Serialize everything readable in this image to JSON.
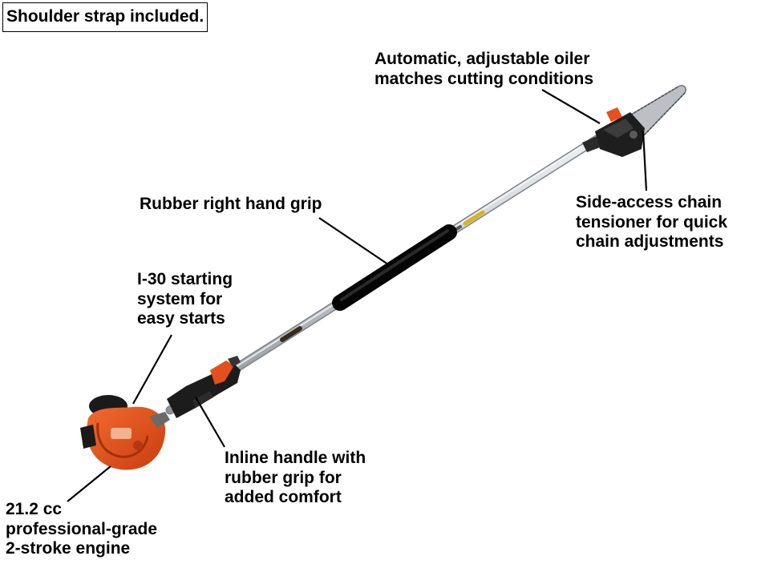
{
  "badge": {
    "text": "Shoulder strap included."
  },
  "callouts": {
    "oiler": {
      "line1": "Automatic, adjustable oiler",
      "line2": "matches cutting conditions"
    },
    "grip": {
      "line1": "Rubber right hand grip"
    },
    "tensioner": {
      "line1": "Side-access chain",
      "line2": "tensioner for quick",
      "line3": "chain adjustments"
    },
    "starting": {
      "line1": "I-30 starting",
      "line2": "system for",
      "line3": "easy starts"
    },
    "handle": {
      "line1": "Inline handle with",
      "line2": "rubber grip for",
      "line3": "added comfort"
    },
    "engine": {
      "line1": "21.2 cc",
      "line2": "professional-grade",
      "line3": "2-stroke engine"
    }
  },
  "colors": {
    "engine_orange": "#e8501e",
    "shaft_silver": "#c9ccd0",
    "grip_black": "#141414",
    "bar_silver": "#b8bcc0"
  }
}
